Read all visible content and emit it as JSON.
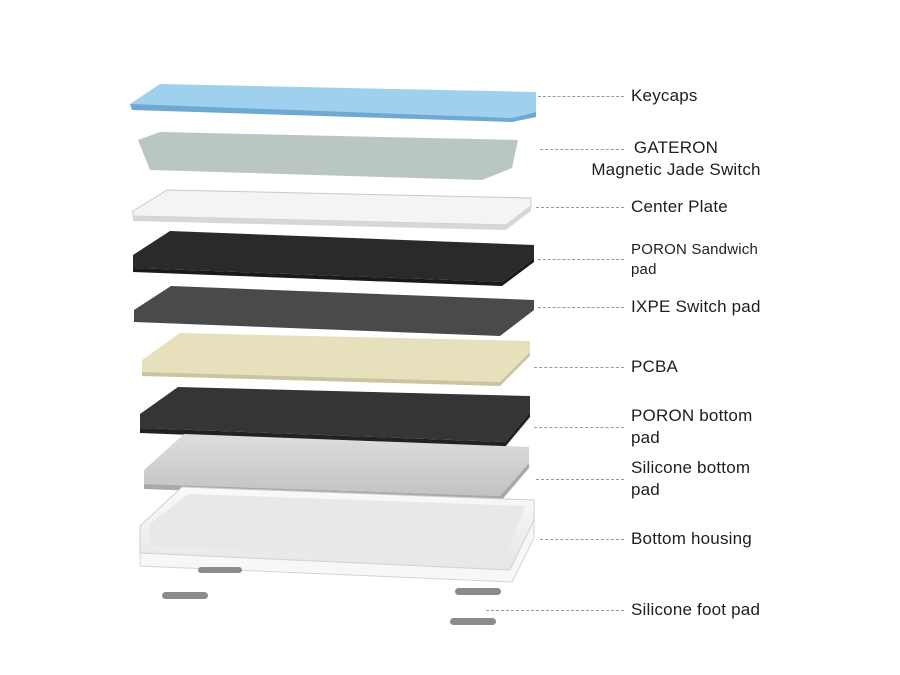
{
  "layers": [
    {
      "id": "keycaps",
      "label": "Keycaps"
    },
    {
      "id": "switch",
      "label_line1": "GATERON",
      "label_line2": "Magnetic Jade Switch"
    },
    {
      "id": "center-plate",
      "label": "Center Plate"
    },
    {
      "id": "poron-sandwich",
      "label_line1": "PORON Sandwich",
      "label_line2": "pad"
    },
    {
      "id": "ixpe",
      "label": "IXPE Switch pad"
    },
    {
      "id": "pcba",
      "label": "PCBA"
    },
    {
      "id": "poron-bottom",
      "label_line1": "PORON bottom",
      "label_line2": "pad"
    },
    {
      "id": "silicone-bottom",
      "label_line1": "Silicone bottom",
      "label_line2": "pad"
    },
    {
      "id": "housing",
      "label": "Bottom housing"
    },
    {
      "id": "foot",
      "label": "Silicone foot pad"
    }
  ],
  "colors": {
    "keycap_blue": "#8cc8ea",
    "keycap_white": "#e9eef2",
    "keycap_gradient": [
      "#c9dcf5",
      "#e3c8f0"
    ],
    "switch_jade": "#8fd0b8",
    "switch_housing": "#9aa8a6",
    "plate_white": "#f2f3f4",
    "poron_dark": "#2c2c2c",
    "ixpe_gray": "#454545",
    "pcba_beige": "#e6dfba",
    "silicone_gray": "#cfcfcf",
    "housing_white": "#f4f4f4",
    "foot_gray": "#8a8a8a",
    "leader": "#9a9a9a"
  }
}
